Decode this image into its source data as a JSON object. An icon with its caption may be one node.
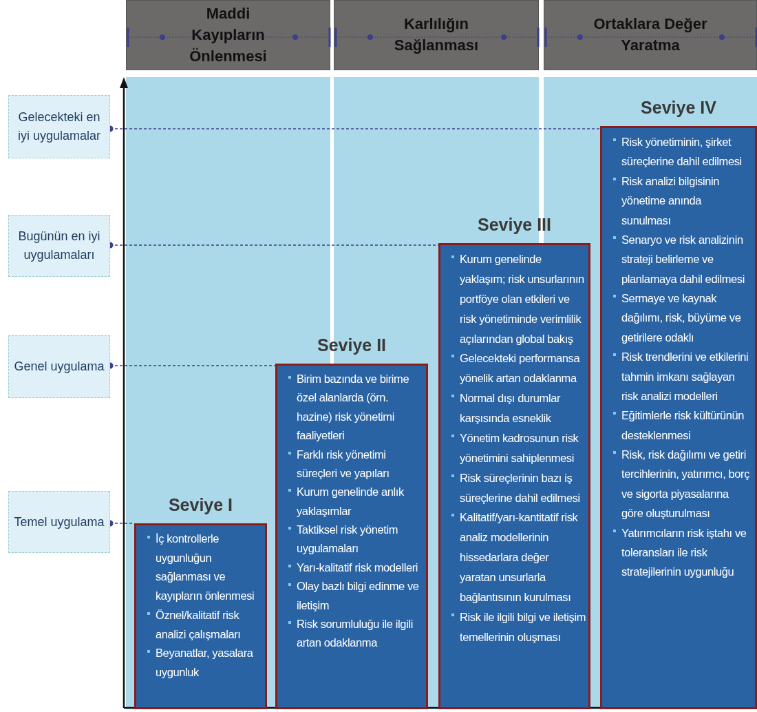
{
  "diagram": {
    "nodes": [
      {
        "text": [
          "Maddi Kayıpların Önlenmesi"
        ]
      },
      {
        "text": [
          "Karlılığın Sağlanması"
        ]
      },
      {
        "text": [
          "Ortaklara Değer Yaratma"
        ]
      },
      {
        "text": [
          "Gelecekteki en iyi uygulamalar"
        ]
      },
      {
        "text": [
          "Bugünün en iyi uygulamaları"
        ]
      },
      {
        "text": [
          "Genel uygulama"
        ]
      },
      {
        "text": [
          "Temel uygulama"
        ]
      },
      {
        "text": [
          "Seviye I",
          "İç kontrollerle uygunluğun sağlanması ve kayıpların önlenmesi",
          "Öznel/kalitatif risk analizi çalışmaları",
          "Beyanatlar, yasalara uygunluk"
        ]
      },
      {
        "text": [
          "Seviye II",
          "Birim bazında ve birime özel alanlarda (örn. hazine) risk yönetimi faaliyetleri",
          "Farklı risk yönetimi süreçleri ve yapıları",
          "Kurum genelinde anlık yaklaşımlar",
          "Taktiksel risk yönetim uygulamaları",
          "Yarı-kalitatif risk modelleri",
          "Olay bazlı bilgi edinme ve iletişim",
          "Risk sorumluluğu ile ilgili artan odaklanma"
        ]
      },
      {
        "text": [
          "Seviye III",
          "Kurum genelinde yaklaşım; risk unsurlarının portföye olan etkileri ve risk yönetiminde verimlilik açılarından global bakış",
          "Gelecekteki performansa yönelik artan odaklanma",
          "Normal dışı durumlar karşısında esneklik",
          "Yönetim kadrosunun risk yönetimini sahiplenmesi",
          "Risk süreçlerinin bazı iş süreçlerine dahil edilmesi",
          "Kalitatif/yarı-kantitatif risk analiz modellerinin hissedarlara değer yaratan unsurlarla bağlantısının kurulması",
          "Risk ile ilgili bilgi ve iletişim temellerinin oluşması"
        ]
      },
      {
        "text": [
          "Seviye IV",
          "Risk yönetiminin, şirket süreçlerine dahil edilmesi",
          "Risk analizi bilgisinin yönetime anında sunulması",
          "Senaryo ve risk analizinin strateji belirleme ve planlamaya dahil edilmesi",
          "Sermaye ve kaynak dağılımı, risk, büyüme ve getirilere odaklı",
          "Risk trendlerini ve etkilerini tahmin imkanı sağlayan risk analizi modelleri",
          "Eğitimlerle risk kültürünün desteklenmesi",
          "Risk, risk dağılımı ve getiri tercihlerinin, yatırımcı, borç ve sigorta piyasalarına göre oluşturulması",
          "Yatırımcıların risk iştahı ve toleransları ile risk stratejilerinin uygunluğu"
        ]
      }
    ],
    "edges": [
      {
        "from": 6,
        "to": 7,
        "arrow": "other",
        "style": "dashed"
      },
      {
        "from": 5,
        "to": 8,
        "arrow": "other",
        "style": "dashed"
      },
      {
        "from": 4,
        "to": 9,
        "arrow": "other",
        "style": "dashed"
      },
      {
        "from": 3,
        "to": 10,
        "arrow": "other",
        "style": "dashed"
      }
    ]
  }
}
